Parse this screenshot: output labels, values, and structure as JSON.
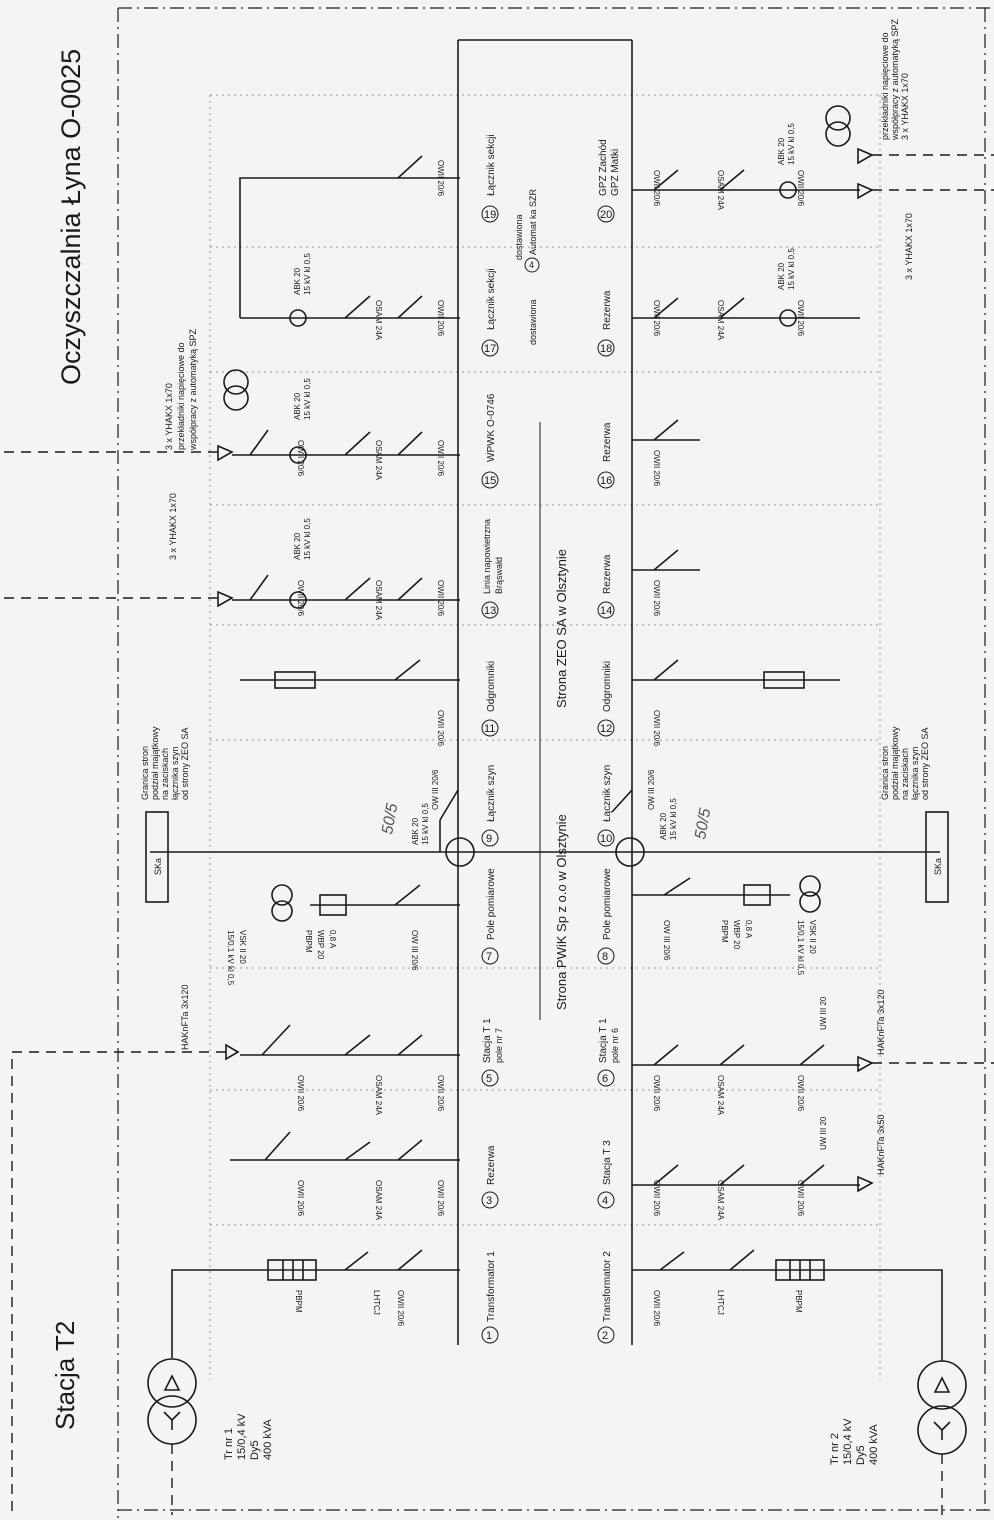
{
  "titles": {
    "station": "Stacja T2",
    "plant": "Oczyszczalnia Łyna O-0025"
  },
  "transformers": [
    {
      "name": "Tr nr 1",
      "voltage": "15/0,4 kV",
      "group": "Dy5",
      "power": "400 kVA"
    },
    {
      "name": "Tr nr 2",
      "voltage": "15/0,4 kV",
      "group": "Dy5",
      "power": "400 kVA"
    }
  ],
  "fields_top": [
    {
      "num": "1",
      "label": "Transformator 1",
      "sub": ""
    },
    {
      "num": "3",
      "label": "Rezerwa",
      "sub": ""
    },
    {
      "num": "5",
      "label": "Stacja T 1",
      "sub": "pole nr 7"
    },
    {
      "num": "7",
      "label": "Pole pomiarowe",
      "sub": ""
    },
    {
      "num": "9",
      "label": "Łącznik szyn",
      "sub": ""
    },
    {
      "num": "11",
      "label": "Odgromniki",
      "sub": ""
    },
    {
      "num": "13",
      "label": "Linia napowietrzna",
      "sub": "Brąswałd"
    },
    {
      "num": "15",
      "label": "WPWK O-0746",
      "sub": ""
    },
    {
      "num": "17",
      "label": "Łącznik sekcji",
      "sub": ""
    },
    {
      "num": "19",
      "label": "Łącznik sekcji",
      "sub": ""
    }
  ],
  "fields_bottom": [
    {
      "num": "2",
      "label": "Transformator 2",
      "sub": ""
    },
    {
      "num": "4",
      "label": "Stacja T 3",
      "sub": ""
    },
    {
      "num": "6",
      "label": "Stacja T 1",
      "sub": "pole nr 6"
    },
    {
      "num": "8",
      "label": "Pole pomiarowe",
      "sub": ""
    },
    {
      "num": "10",
      "label": "Łącznik szyn",
      "sub": ""
    },
    {
      "num": "12",
      "label": "Odgromniki",
      "sub": ""
    },
    {
      "num": "14",
      "label": "Rezerwa",
      "sub": ""
    },
    {
      "num": "16",
      "label": "Rezerwa",
      "sub": ""
    },
    {
      "num": "18",
      "label": "Rezerwa",
      "sub": ""
    },
    {
      "num": "20",
      "label": "GPZ Zachód",
      "sub": "GPZ Matki"
    }
  ],
  "sides": {
    "pwik": "Strona PWiK Sp z o.o w Olsztynie",
    "zeo": "Strona ZEO SA w Olsztynie"
  },
  "automation": {
    "l1": "dostawiona",
    "l2": "Automat ka SZR",
    "num": "4",
    "l3": "dostawiona"
  },
  "devices": {
    "owii": "OWII 20/6",
    "owiii": "OW III 20/6",
    "osam": "OSAM 24A",
    "pbpm": "PBPM",
    "lhtcj": "LHTCJ",
    "wbp": "WBP 20",
    "wbp_a": "0,8 A",
    "vsk1": "VSK II 20",
    "vsk2": "15/0,1 kV kl 0,5",
    "abk1": "ABK 20",
    "abk2": "15 kV kl 0,5",
    "ska": "SKa",
    "uw": "UW III 20"
  },
  "cables": {
    "hak1": "HAKnFTa 3x120",
    "hak2": "HAKnFTa 3x50",
    "yhakx": "3 x YHAKX 1x70"
  },
  "notes": {
    "pt1": "przekładniki napięciowe do",
    "pt2": "współpracy z automatyką SPZ",
    "g1": "Granica stron",
    "g2": "podział majątkowy",
    "g3": "na zaciskach",
    "g4": "łącznika szyn",
    "g5": "od strony ZEO SA"
  },
  "handwritten": [
    "50/5",
    "50/5"
  ]
}
